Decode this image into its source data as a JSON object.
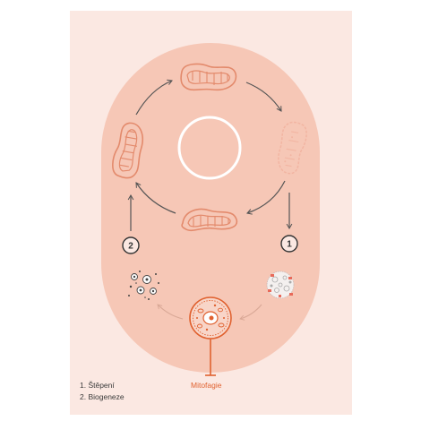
{
  "steps": [
    {
      "number": "1"
    },
    {
      "number": "2"
    }
  ],
  "legend": [
    {
      "text": "1. Štěpení"
    },
    {
      "text": "2. Biogeneze"
    }
  ],
  "mitophagy_label": "Mitofagie",
  "colors": {
    "card_background": "#fbe8e2",
    "capsule_fill": "#f6c7b6",
    "mitochondrion_stroke": "#e38a6c",
    "faded_mitochondrion_stroke": "#f2b5a2",
    "center_ring": "#ffffff",
    "arrow": "#555555",
    "mitophagy_accent": "#e0612f",
    "legend_text": "#3a3a3a"
  },
  "icons": [
    "mitochondrion-icon",
    "faded-mitochondrion-icon",
    "cell-icon",
    "debris-cluster-icon",
    "particles-icon"
  ]
}
